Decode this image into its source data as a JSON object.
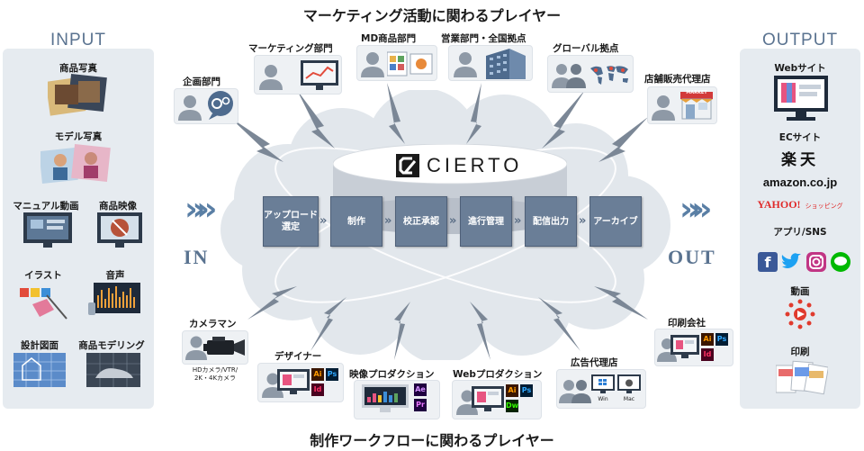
{
  "input": {
    "title": "INPUT",
    "items": {
      "product_photo": "商品写真",
      "model_photo": "モデル写真",
      "manual_video": "マニュアル動画",
      "product_video": "商品映像",
      "illustration": "イラスト",
      "audio": "音声",
      "design_drawing": "設計図面",
      "product_modeling": "商品モデリング"
    }
  },
  "output": {
    "title": "OUTPUT",
    "items": {
      "website": "Webサイト",
      "ec_site": "ECサイト",
      "apps_sns": "アプリ/SNS",
      "video": "動画",
      "print": "印刷"
    },
    "brands": {
      "rakuten": "楽天",
      "amazon": "amazon.co.jp",
      "yahoo": "YAHOO!",
      "yahoo_sub": "ショッピング"
    }
  },
  "center": {
    "top_heading": "マーケティング活動に関わるプレイヤー",
    "bottom_heading": "制作ワークフローに関わるプレイヤー",
    "logo_text": "CIERTO",
    "in_label": "IN",
    "out_label": "OUT",
    "steps": [
      "アップロード選定",
      "制作",
      "校正承認",
      "進行管理",
      "配信出力",
      "アーカイブ"
    ],
    "step_lines": [
      [
        "アップロード",
        "選定"
      ],
      [
        "制作"
      ],
      [
        "校正承認"
      ],
      [
        "進行管理"
      ],
      [
        "配信出力"
      ],
      [
        "アーカイブ"
      ]
    ]
  },
  "players_top": {
    "planning": "企画部門",
    "marketing": "マーケティング部門",
    "md": "MD商品部門",
    "sales": "営業部門・全国拠点",
    "global": "グローバル拠点",
    "agency_store": "店舗販売代理店",
    "market_sign": "MARKET"
  },
  "players_bottom": {
    "cameraman": "カメラマン",
    "cameraman_note1": "HDカメラ/VTR/",
    "cameraman_note2": "2K・4Kカメラ",
    "designer": "デザイナー",
    "video_production": "映像プロダクション",
    "web_production": "Webプロダクション",
    "ad_agency": "広告代理店",
    "printing": "印刷会社",
    "win": "Win",
    "mac": "Mac"
  },
  "app_icons": {
    "ai": "Ai",
    "ps": "Ps",
    "id": "Id",
    "ae": "Ae",
    "pr": "Pr",
    "dw": "Dw"
  },
  "colors": {
    "panel": "#e6ebf0",
    "step": "#6a7e97",
    "side_title": "#5a7390",
    "chevron": "#5a7fa5"
  }
}
